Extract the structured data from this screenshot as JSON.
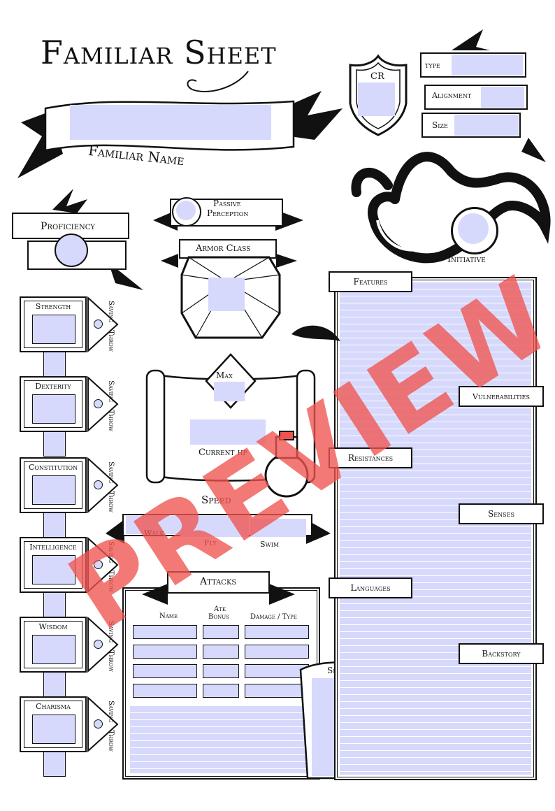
{
  "title": "Familiar Sheet",
  "name_label": "Familiar Name",
  "cr_label": "CR",
  "type_label": "type",
  "alignment_label": "Alignment",
  "size_label": "Size",
  "proficiency_label": "Proficiency",
  "passive_perception_label_1": "Passive",
  "passive_perception_label_2": "Perception",
  "armor_class_label": "Armor Class",
  "initiative_label": "Initiative",
  "abilities": [
    {
      "name": "Strength"
    },
    {
      "name": "Dexterity"
    },
    {
      "name": "Constitution"
    },
    {
      "name": "Intelligence"
    },
    {
      "name": "Wisdom"
    },
    {
      "name": "Charisma"
    }
  ],
  "saving_label": "Saving",
  "throw_label": "Throw",
  "max_label": "Max",
  "current_hp_label": "Current hp",
  "speed_label": "Speed",
  "walk_label": "Walk",
  "fly_label": "Fly",
  "swim_label": "Swim",
  "attacks_label": "Attacks",
  "attack_headers": {
    "name": "Name",
    "atk": "Atk",
    "bonus": "Bonus",
    "damage": "Damage / Type"
  },
  "features_label": "Features",
  "vulnerabilities_label": "Vulnerabilities",
  "resistances_label": "Resistances",
  "senses_label": "Senses",
  "languages_label": "Languages",
  "backstory_label": "Backstory",
  "skills_label": "Skills",
  "watermark": "PREVIEW",
  "colors": {
    "field": "#d6d9fb",
    "ink": "#111111",
    "watermark": "#ef5350"
  }
}
